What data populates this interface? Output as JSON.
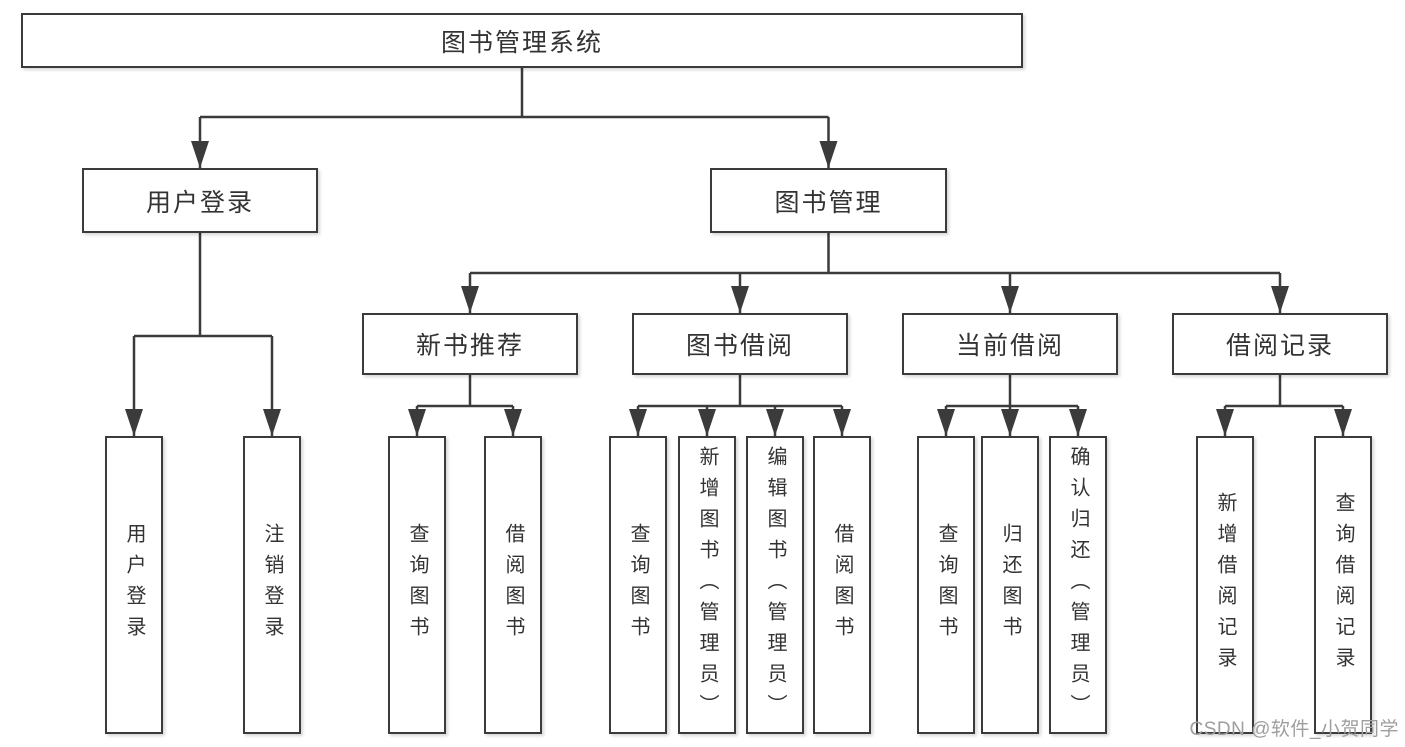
{
  "diagram": {
    "root": {
      "label": "图书管理系统"
    },
    "branches": [
      {
        "label": "用户登录",
        "leaves": [
          "用户登录",
          "注销登录"
        ]
      },
      {
        "label": "图书管理",
        "sections": [
          {
            "label": "新书推荐",
            "leaves": [
              "查询图书",
              "借阅图书"
            ]
          },
          {
            "label": "图书借阅",
            "leaves": [
              "查询图书",
              "新增图书（管理员）",
              "编辑图书（管理员）",
              "借阅图书"
            ]
          },
          {
            "label": "当前借阅",
            "leaves": [
              "查询图书",
              "归还图书",
              "确认归还（管理员）"
            ]
          },
          {
            "label": "借阅记录",
            "leaves": [
              "新增借阅记录",
              "查询借阅记录"
            ]
          }
        ]
      }
    ]
  },
  "watermark": {
    "text": "CSDN @软件_小贺同学"
  },
  "colors": {
    "line": "#3b3b3b",
    "text": "#333333",
    "box-bg": "#ffffff",
    "watermark": "#9e9e9e"
  }
}
